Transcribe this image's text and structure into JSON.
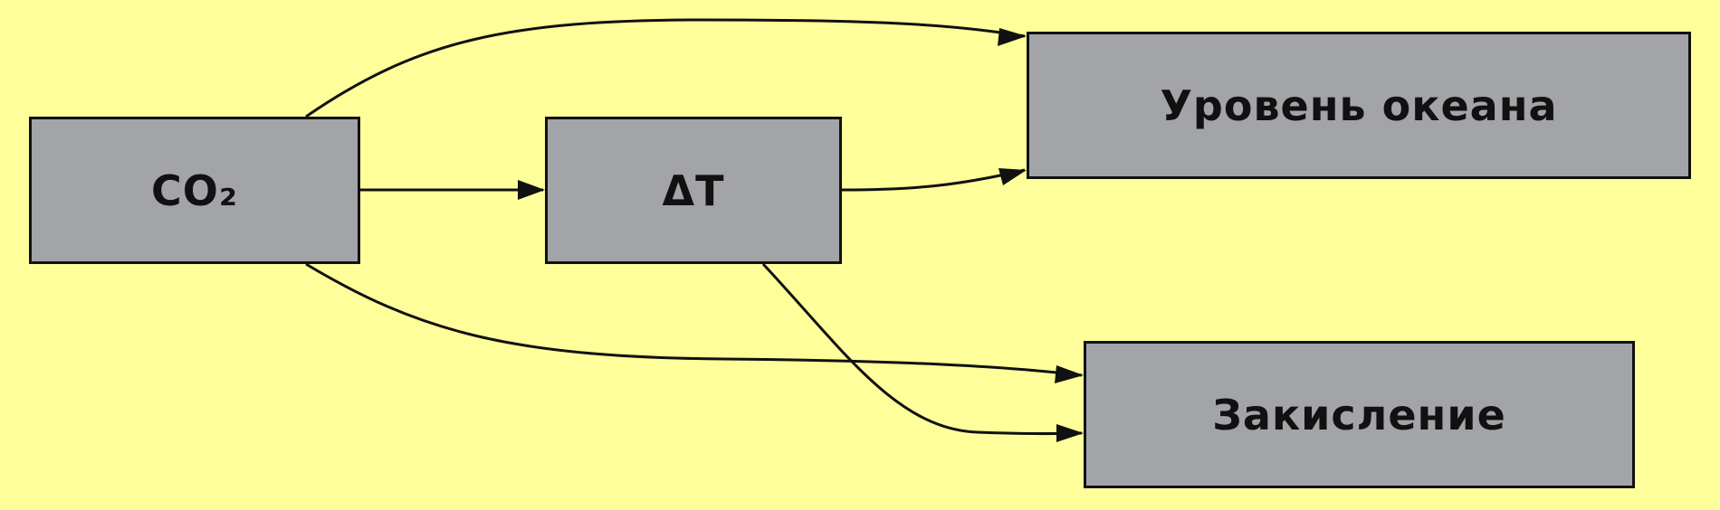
{
  "diagram": {
    "nodes": [
      {
        "id": "co2",
        "label": "CO₂"
      },
      {
        "id": "dt",
        "label": "ΔT"
      },
      {
        "id": "sea",
        "label": "Уровень океана"
      },
      {
        "id": "acid",
        "label": "Закисление"
      }
    ],
    "edges": [
      {
        "from": "co2",
        "to": "dt"
      },
      {
        "from": "co2",
        "to": "sea"
      },
      {
        "from": "co2",
        "to": "acid"
      },
      {
        "from": "dt",
        "to": "sea"
      },
      {
        "from": "dt",
        "to": "acid"
      }
    ],
    "colors": {
      "background": "#fefe9a",
      "node_fill": "#a3a4a8",
      "stroke": "#111111"
    }
  }
}
